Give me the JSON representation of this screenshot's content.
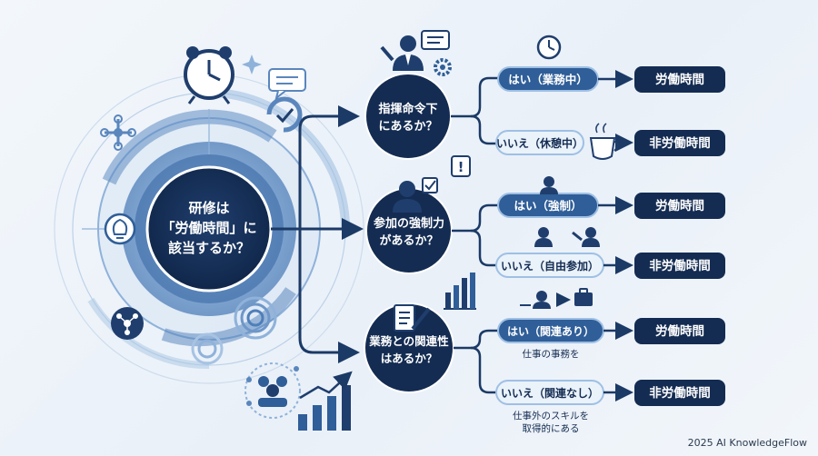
{
  "center": {
    "lines": [
      "研修は",
      "「労働時間」に",
      "該当するか？"
    ]
  },
  "questions": [
    {
      "lines": [
        "指揮命令下",
        "にあるか？"
      ],
      "yes": {
        "label": "はい（業務中）",
        "result": "労働時間",
        "note": []
      },
      "no": {
        "label": "いいえ（休憩中）",
        "result": "非労働時間",
        "note": []
      }
    },
    {
      "lines": [
        "参加の強制力",
        "があるか？"
      ],
      "yes": {
        "label": "はい（強制）",
        "result": "労働時間",
        "note": []
      },
      "no": {
        "label": "いいえ（自由参加）",
        "result": "非労働時間",
        "note": []
      }
    },
    {
      "lines": [
        "業務との関連性",
        "はあるか？"
      ],
      "yes": {
        "label": "はい（関連あり）",
        "result": "労働時間",
        "note": [
          "仕事の事務を"
        ]
      },
      "no": {
        "label": "いいえ（関連なし）",
        "result": "非労働時間",
        "note": [
          "仕事外のスキルを",
          "取得的にある"
        ]
      }
    }
  ],
  "footer": "2025 AI KnowledgeFlow",
  "colors": {
    "navy": "#142c52",
    "pill": "#2f5e98",
    "pill_stroke": "#9fc0e4",
    "line": "#1b3a66",
    "ring": "#7fa6d2",
    "ring_light": "#bdd3ea"
  },
  "icons": [
    "alarm-clock-icon",
    "chat-bubble-icon",
    "check-gauge-icon",
    "network-icon",
    "lightbulb-icon",
    "molecule-icon",
    "spiral-icon",
    "team-icon",
    "growth-chart-icon",
    "manager-icon",
    "gear-icon",
    "clock-icon",
    "coffee-cup-icon",
    "person-question-icon",
    "businessman-icon",
    "discussion-icon",
    "document-pen-icon",
    "bar-chart-icon",
    "briefcase-icon"
  ]
}
